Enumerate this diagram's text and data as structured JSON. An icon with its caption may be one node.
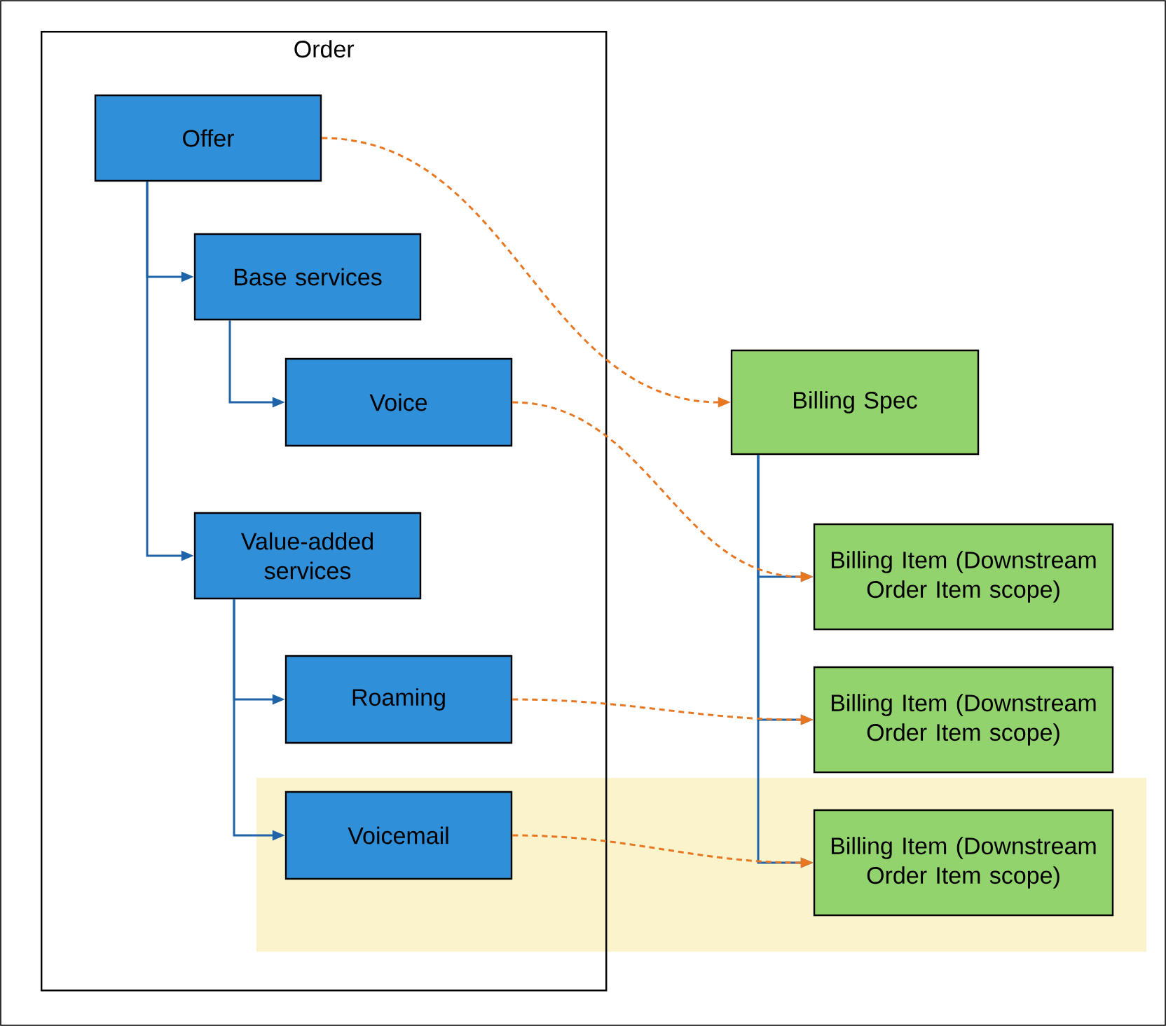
{
  "diagram": {
    "nodes": [
      {
        "text": [
          "Order"
        ]
      },
      {
        "text": [
          "Offer"
        ],
        "in": 0
      },
      {
        "text": [
          "Base services"
        ],
        "in": 0
      },
      {
        "text": [
          "Voice"
        ],
        "in": 0
      },
      {
        "text": [
          "Value-added services"
        ],
        "in": 0
      },
      {
        "text": [
          "Roaming"
        ],
        "in": 0
      },
      {
        "text": [
          "Voicemail"
        ],
        "in": 0
      },
      {
        "text": [
          "Billing Spec"
        ]
      },
      {
        "text": [
          "Billing Item (Downstream Order Item scope)"
        ]
      },
      {
        "text": [
          "Billing Item (Downstream Order Item scope)"
        ]
      },
      {
        "text": [
          "Billing Item (Downstream Order Item scope)"
        ]
      }
    ],
    "edges": [
      {
        "from": 1,
        "to": 2,
        "arrow": "to"
      },
      {
        "from": 1,
        "to": 4,
        "arrow": "to"
      },
      {
        "from": 2,
        "to": 3,
        "arrow": "to"
      },
      {
        "from": 4,
        "to": 5,
        "arrow": "to"
      },
      {
        "from": 4,
        "to": 6,
        "arrow": "to"
      },
      {
        "from": 7,
        "to": 8,
        "arrow": "to"
      },
      {
        "from": 7,
        "to": 9,
        "arrow": "to"
      },
      {
        "from": 7,
        "to": 10,
        "arrow": "to"
      },
      {
        "from": 1,
        "to": 7,
        "arrow": "to",
        "style": "dashed",
        "color": "#e87722"
      },
      {
        "from": 3,
        "to": 8,
        "arrow": "to",
        "style": "dashed",
        "color": "#e87722"
      },
      {
        "from": 5,
        "to": 9,
        "arrow": "to",
        "style": "dashed",
        "color": "#e87722"
      },
      {
        "from": 6,
        "to": 10,
        "arrow": "to",
        "style": "dashed",
        "color": "#e87722"
      }
    ]
  }
}
